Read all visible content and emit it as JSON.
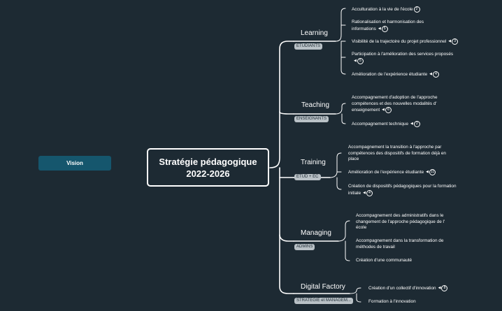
{
  "vision": "Vision",
  "central": {
    "line1": "Stratégie pédagogique",
    "line2": "2022-2026"
  },
  "branches": [
    {
      "title": "Learning",
      "tag": "ETUDIANTS",
      "items": [
        {
          "text": "Acculturation à la vie de l'école",
          "count": "2"
        },
        {
          "text": "Rationalisation et harmonisation des informations",
          "count": "5"
        },
        {
          "text": "Visibilité de la trajectoire du projet professionnel",
          "count": "3"
        },
        {
          "text": "Participation à l'amélioration des services proposés",
          "count": "5"
        },
        {
          "text": "Amélioration de l'expérience étudiante",
          "count": "4"
        }
      ]
    },
    {
      "title": "Teaching",
      "tag": "ENSEIGNANTS",
      "items": [
        {
          "text": "Accompagnement d'adoption de l'approche compétences et des nouvelles modalités d' enseignement",
          "count": "6"
        },
        {
          "text": "Accompagnement technique",
          "count": "2"
        }
      ]
    },
    {
      "title": "Training",
      "tag": "ETUD + EC",
      "items": [
        {
          "text": "Accompagnement la transition à l'approche par compétences des dispositifs de formation déjà en place",
          "count": ""
        },
        {
          "text": "Amélioration de l'expérience étudiante",
          "count": "11"
        },
        {
          "text": "Création de dispositifs pédagogiques pour la formation initiale",
          "count": "4"
        }
      ]
    },
    {
      "title": "Managing",
      "tag": "ADMINS",
      "items": [
        {
          "text": "Accompagnement des administratifs dans le changement de l'approche pédagogique de l' école",
          "count": ""
        },
        {
          "text": "Accompagnement dans la transformation de méthodes de travail",
          "count": ""
        },
        {
          "text": "Création d'une communauté",
          "count": ""
        }
      ]
    },
    {
      "title": "Digital Factory",
      "tag": "STRATEGIE et MANAGEM...",
      "items": [
        {
          "text": "Création d'un collectif d'innovation",
          "count": "8"
        },
        {
          "text": "Formation à l'innovation",
          "count": ""
        }
      ]
    }
  ],
  "colors": {
    "background": "#1d2a33",
    "vision_fill": "#15566d",
    "line": "#ffffff",
    "tag_fill": "#b9c1c6"
  }
}
